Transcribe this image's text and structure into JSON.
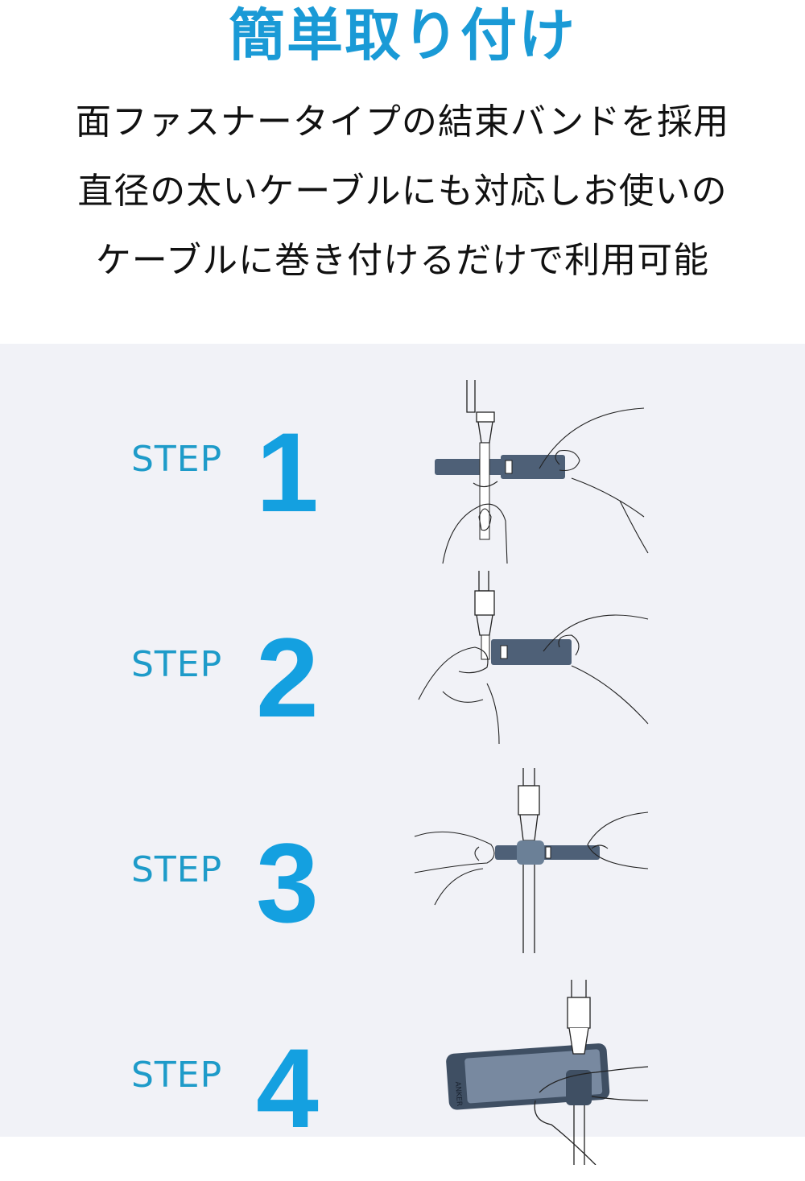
{
  "header": {
    "title": "簡単取り付け",
    "description_lines": [
      "面ファスナータイプの結束バンドを採用",
      "直径の太いケーブルにも対応しお使いの",
      "ケーブルに巻き付けるだけで利用可能"
    ]
  },
  "steps": [
    {
      "label": "STEP",
      "number": "1",
      "illustration": "wrap-band-around-cable"
    },
    {
      "label": "STEP",
      "number": "2",
      "illustration": "pull-band-through-loop"
    },
    {
      "label": "STEP",
      "number": "3",
      "illustration": "fasten-band-on-cable"
    },
    {
      "label": "STEP",
      "number": "4",
      "illustration": "attach-device-with-band",
      "brand_mark": "ANKER"
    }
  ],
  "colors": {
    "accent": "#1a9ad6",
    "step_label": "#1e9bc9",
    "band": "#4e6077",
    "background_steps": "#f1f2f7"
  }
}
